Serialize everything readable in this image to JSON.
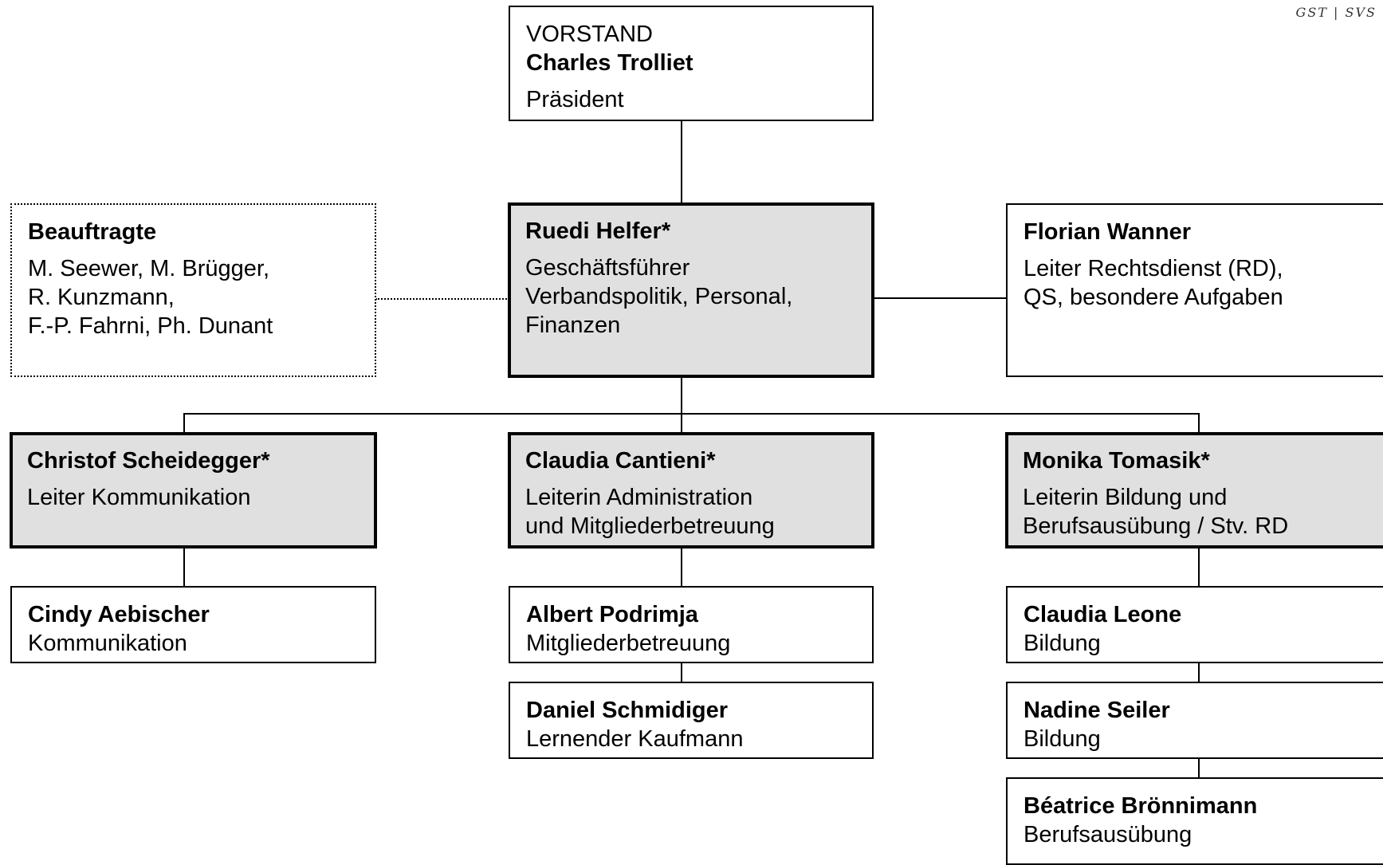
{
  "logo": {
    "text": "GST | SVS"
  },
  "vorstand": {
    "heading": "VORSTAND",
    "name": "Charles Trolliet",
    "role": "Präsident"
  },
  "helfer": {
    "name": "Ruedi Helfer*",
    "role": [
      "Geschäftsführer",
      "Verbandspolitik, Personal,",
      "Finanzen"
    ]
  },
  "beauftragte": {
    "title": "Beauftragte",
    "names": [
      "M. Seewer, M. Brügger,",
      "R. Kunzmann,",
      "F.-P. Fahrni, Ph. Dunant"
    ]
  },
  "wanner": {
    "name": "Florian Wanner",
    "role": [
      "Leiter Rechtsdienst (RD),",
      "QS, besondere Aufgaben"
    ]
  },
  "scheidegger": {
    "name": "Christof Scheidegger*",
    "role": [
      "Leiter Kommunikation"
    ]
  },
  "cantieni": {
    "name": "Claudia Cantieni*",
    "role": [
      "Leiterin Administration",
      "und Mitgliederbetreuung"
    ]
  },
  "tomasik": {
    "name": "Monika Tomasik*",
    "role": [
      "Leiterin Bildung und",
      "Berufsausübung / Stv. RD"
    ]
  },
  "aebischer": {
    "name": "Cindy Aebischer",
    "role": "Kommunikation"
  },
  "podrimja": {
    "name": "Albert Podrimja",
    "role": "Mitgliederbetreuung"
  },
  "schmidiger": {
    "name": "Daniel Schmidiger",
    "role": "Lernender Kaufmann"
  },
  "leone": {
    "name": "Claudia Leone",
    "role": "Bildung"
  },
  "seiler": {
    "name": "Nadine Seiler",
    "role": "Bildung"
  },
  "broennimann": {
    "name": "Béatrice Brönnimann",
    "role": "Berufsausübung"
  }
}
